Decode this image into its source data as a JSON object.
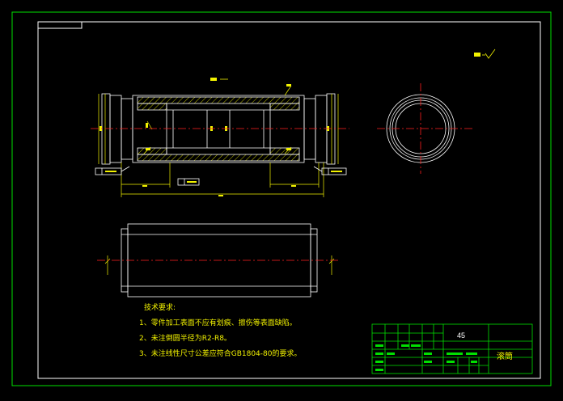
{
  "drawing": {
    "colors": {
      "background": "#000000",
      "frame": "#00e000",
      "border": "#ffffff",
      "outline": "#ffffff",
      "centerline": "#ff2020",
      "dimension": "#f2f200",
      "hatch": "#f2f200",
      "note_text": "#f2f200",
      "title_block": "#00e000"
    },
    "technical_requirements": {
      "heading": "技术要求:",
      "items": [
        "1、零件加工表面不应有划痕、擦伤等表面缺陷。",
        "2、未注倒圆半径为R2-R8。",
        "3、未注线性尺寸公差应符合GB1804-80的要求。"
      ]
    },
    "title_block": {
      "material": "45",
      "part_name": "滚筒"
    }
  }
}
